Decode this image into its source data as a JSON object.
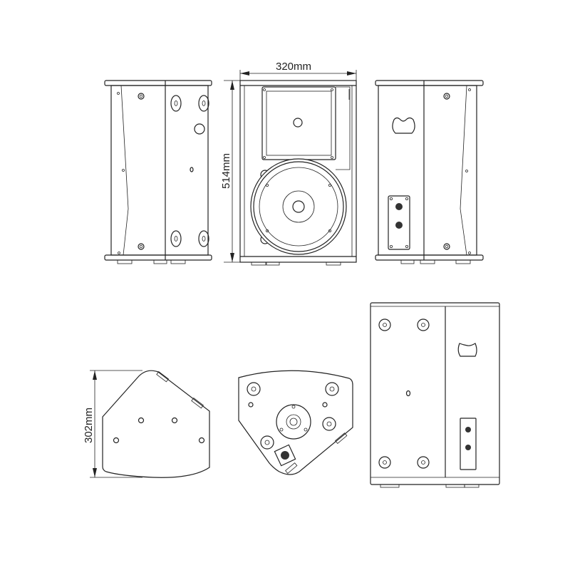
{
  "dimensions": {
    "width": "320mm",
    "height": "514mm",
    "depth": "302mm"
  },
  "views": [
    "left-side-view",
    "front-view",
    "right-side-view",
    "side-profile-view",
    "top-view",
    "rear-view"
  ]
}
